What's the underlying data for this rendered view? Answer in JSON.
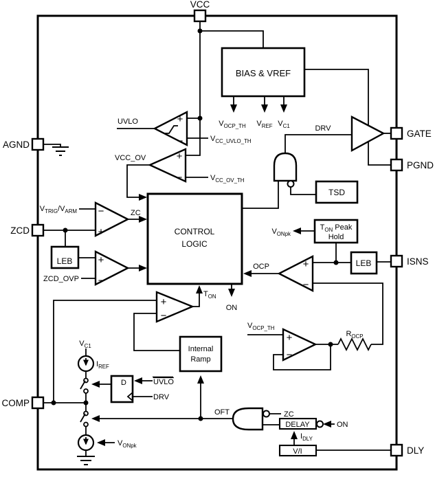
{
  "diagram": {
    "title": "controller-ic-block-diagram",
    "ink": "#000000",
    "bg": "#ffffff"
  },
  "pins": {
    "vcc": "VCC",
    "agnd": "AGND",
    "zcd": "ZCD",
    "comp": "COMP",
    "gate": "GATE",
    "pgnd": "PGND",
    "isns": "ISNS",
    "dly": "DLY"
  },
  "blocks": {
    "bias": "BIAS & VREF",
    "control": [
      "CONTROL",
      "LOGIC"
    ],
    "tsd": "TSD",
    "ton_peak_hold": {
      "line1": [
        {
          "t": "T"
        },
        {
          "t": "ON",
          "s": true
        },
        {
          "t": " Peak"
        }
      ],
      "line2": "Hold"
    },
    "leb_zcd": "LEB",
    "leb_isns": "LEB",
    "internal_ramp": [
      "Internal",
      "Ramp"
    ],
    "delay": "DELAY",
    "vi": "V/I",
    "dff": {
      "d_input": "D"
    }
  },
  "labels": {
    "uvlo": "UVLO",
    "vcc_uvlo_th": [
      {
        "t": "V"
      },
      {
        "t": "CC_UVLO_TH",
        "s": true
      }
    ],
    "vcc_ov": "VCC_OV",
    "vcc_ov_th": [
      {
        "t": "V"
      },
      {
        "t": "CC_OV_TH",
        "s": true
      }
    ],
    "vocp_th_bias": [
      {
        "t": "V"
      },
      {
        "t": "OCP_TH",
        "s": true
      }
    ],
    "vref": [
      {
        "t": "V"
      },
      {
        "t": "REF",
        "s": true
      }
    ],
    "vc1_bias": [
      {
        "t": "V"
      },
      {
        "t": "C1",
        "s": true
      }
    ],
    "drv_driver": "DRV",
    "vtrig_varm": [
      {
        "t": "V"
      },
      {
        "t": "TRIG",
        "s": true
      },
      {
        "t": "/V"
      },
      {
        "t": "ARM",
        "s": true
      }
    ],
    "zc_comp": "ZC",
    "zcd_ovp": "ZCD_OVP",
    "ton": [
      {
        "t": "T"
      },
      {
        "t": "ON",
        "s": true
      }
    ],
    "on_ctrl": "ON",
    "ocp": "OCP",
    "vonpk_hold": [
      {
        "t": "V"
      },
      {
        "t": "ONpk",
        "s": true
      }
    ],
    "vocp_th_amp": [
      {
        "t": "V"
      },
      {
        "t": "OCP_TH",
        "s": true
      }
    ],
    "rocp": [
      {
        "t": "R"
      },
      {
        "t": "OCP",
        "s": true
      }
    ],
    "vc1_src": [
      {
        "t": "V"
      },
      {
        "t": "C1",
        "s": true
      }
    ],
    "iref": [
      {
        "t": "I"
      },
      {
        "t": "REF",
        "s": true
      }
    ],
    "uvlo_bar": [
      {
        "t": "UVLO",
        "o": true
      }
    ],
    "drv_dff": "DRV",
    "oft": "OFT",
    "zc_gate": "ZC",
    "on_delay": "ON",
    "idly": [
      {
        "t": "I"
      },
      {
        "t": "DLY",
        "s": true
      }
    ],
    "vonpk_src": [
      {
        "t": "V"
      },
      {
        "t": "ONpk",
        "s": true
      }
    ]
  },
  "symbols": {
    "plus": "+",
    "minus": "−"
  }
}
